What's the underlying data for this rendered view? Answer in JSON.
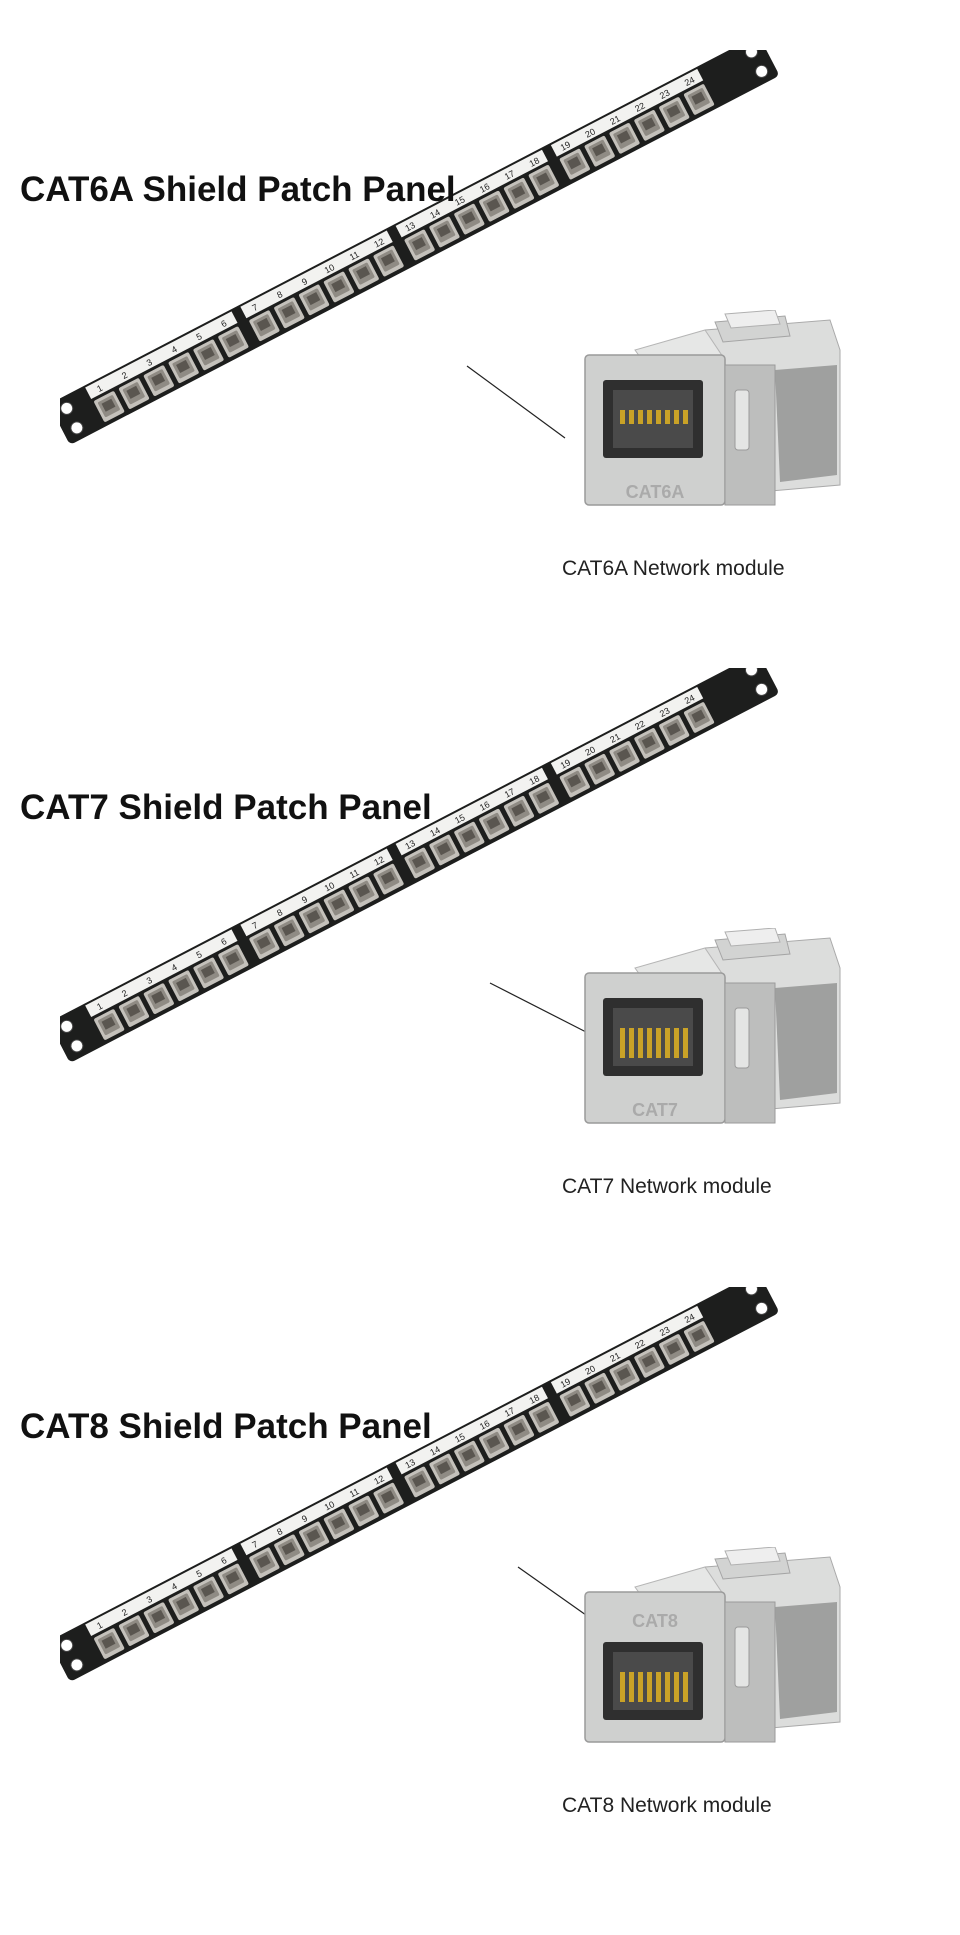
{
  "colors": {
    "panel_body": "#1d1e1d",
    "label_strip": "#f2f2f0",
    "port_face": "#8f8b84",
    "module_metal": "#cfd0cf",
    "module_shadow": "#9fa09f",
    "gold": "#c9a227"
  },
  "port_numbers": [
    "1",
    "2",
    "3",
    "4",
    "5",
    "6",
    "7",
    "8",
    "9",
    "10",
    "11",
    "12",
    "13",
    "14",
    "15",
    "16",
    "17",
    "18",
    "19",
    "20",
    "21",
    "22",
    "23",
    "24"
  ],
  "sections": [
    {
      "title": "CAT6A Shield Patch Panel",
      "module_caption": "CAT6A Network module",
      "module_marking": "CAT6A",
      "module_icon": "shielded-keystone-jack-icon"
    },
    {
      "title": "CAT7 Shield Patch Panel",
      "module_caption": "CAT7 Network module",
      "module_marking": "CAT7",
      "module_icon": "shielded-keystone-jack-icon"
    },
    {
      "title": "CAT8 Shield Patch Panel",
      "module_caption": "CAT8 Network module",
      "module_marking": "CAT8",
      "module_icon": "shielded-keystone-jack-icon"
    }
  ]
}
